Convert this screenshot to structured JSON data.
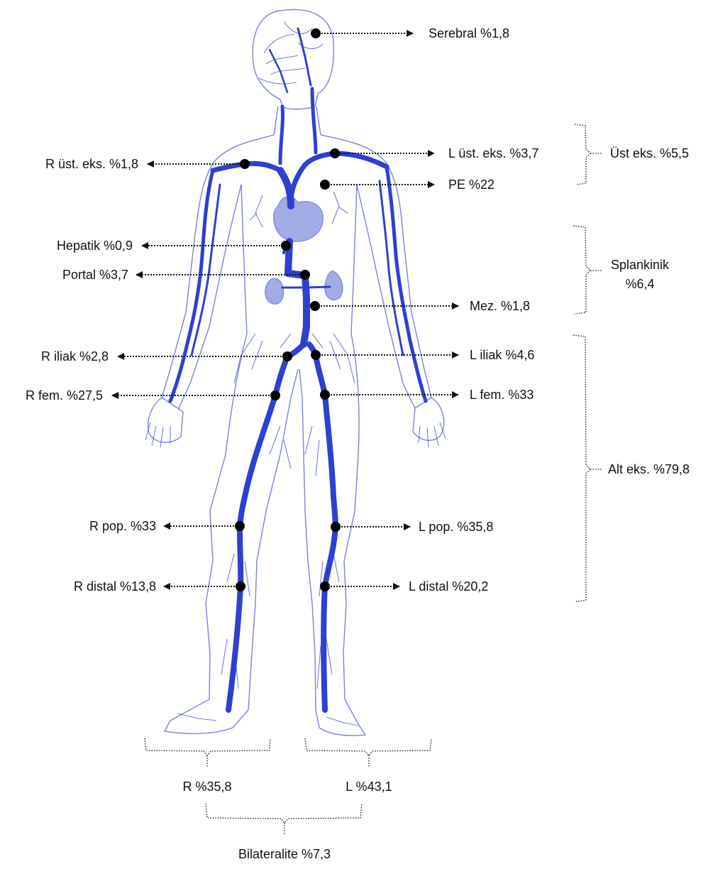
{
  "labels": {
    "serebral": "Serebral %1,8",
    "r_ust_eks": "R üst. eks. %1,8",
    "l_ust_eks": "L üst. eks. %3,7",
    "pe": "PE %22",
    "hepatik": "Hepatik %0,9",
    "portal": "Portal %3,7",
    "mez": "Mez. %1,8",
    "r_iliak": "R iliak %2,8",
    "l_iliak": "L iliak %4,6",
    "r_fem": "R fem. %27,5",
    "l_fem": "L fem. %33",
    "r_pop": "R pop. %33",
    "l_pop": "L pop. %35,8",
    "r_distal": "R distal %13,8",
    "l_distal": "L distal %20,2"
  },
  "groups": {
    "ust_eks": "Üst eks. %5,5",
    "splankinik_line1": "Splankinik",
    "splankinik_line2": "%6,4",
    "alt_eks": "Alt eks. %79,8",
    "r_total": "R %35,8",
    "l_total": "L %43,1",
    "bilateralite": "Bilateralite %7,3"
  },
  "colors": {
    "vein": "#2f3fd0",
    "organ": "#6f7fd8",
    "marker": "#000000"
  }
}
